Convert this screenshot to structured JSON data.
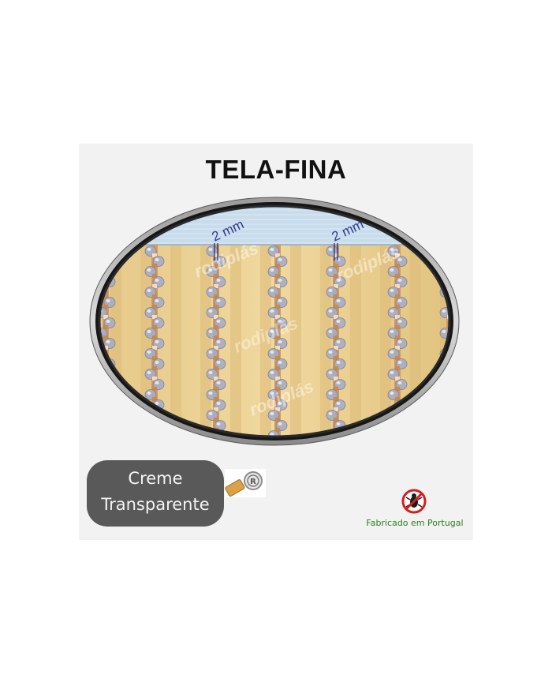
{
  "header": {
    "title": "TELA-FINA"
  },
  "measurements": {
    "gap_left": "2 mm",
    "gap_right": "2 mm"
  },
  "watermark": {
    "text": "rodiplás"
  },
  "color_label": {
    "line1": "Creme",
    "line2": "Transparente"
  },
  "origin": {
    "made_in": "Fabricado em Portugal"
  },
  "icons": {
    "registered": "registered-mark-icon",
    "prohibited": "no-insects-icon"
  },
  "colors": {
    "background": "#f2f2f2",
    "frame": "#1b1b1b",
    "panel_top": "#c6dceb",
    "curtain_base": "#e9cf8e",
    "strand_silver": "#9aa0b8",
    "strand_copper": "#d69a5a",
    "label_pill": "#595959",
    "origin_text": "#2e7d1f",
    "measure_text": "#2b3a8a",
    "prohibited_red": "#d21f1f"
  }
}
